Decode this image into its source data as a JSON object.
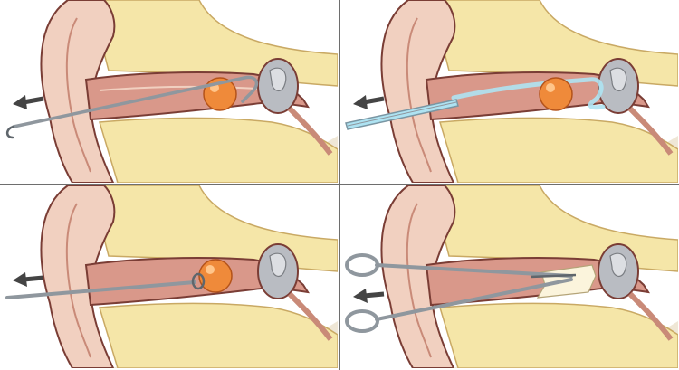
{
  "colors": {
    "skin": "#f1d0c0",
    "skin_dark": "#c98a78",
    "canal_lining": "#d9988a",
    "bone": "#f5e6a8",
    "bone_line": "#c9a964",
    "tissue": "#efe7d6",
    "foreign_body": "#ef8a3a",
    "foreign_body_hl": "#ffc58a",
    "drum_gray": "#b9bcc2",
    "instrument": "#8f979e",
    "irrigation": "#aee3f2",
    "arrow": "#444444",
    "outline": "#7a3d35"
  },
  "panels": [
    {
      "id": "hook",
      "instrument": "right-angle-hook-icon",
      "foreign_body_visible": true
    },
    {
      "id": "irrigation",
      "instrument": "irrigation-syringe-icon",
      "foreign_body_visible": true
    },
    {
      "id": "loop",
      "instrument": "ear-curette-loop-icon",
      "foreign_body_visible": true
    },
    {
      "id": "forceps",
      "instrument": "alligator-forceps-icon",
      "foreign_body_visible": false
    }
  ]
}
